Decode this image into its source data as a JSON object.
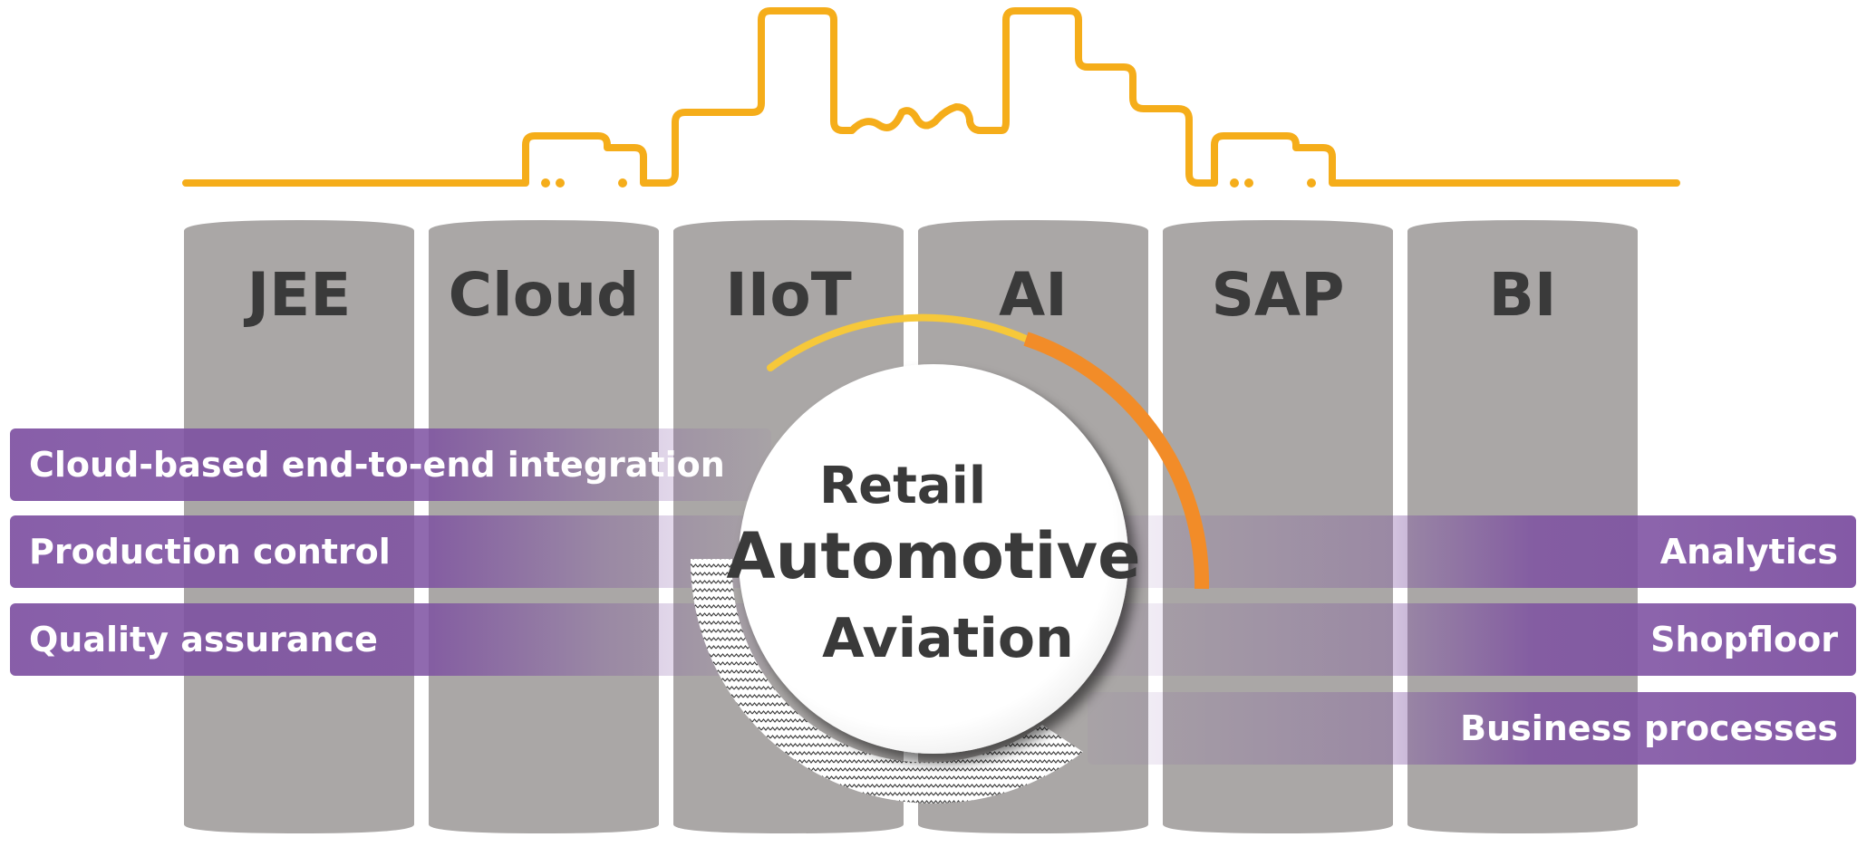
{
  "colors": {
    "pillar": "#aaa7a6",
    "pillar_top": "#b6b3b2",
    "pillar_text": "#3a3a3a",
    "skyline": "#f5ad1a",
    "band": "#7d50a1",
    "band_text": "#ffffff",
    "arc_yellow": "#f6c83a",
    "arc_orange": "#f28c28",
    "circle_text": "#3a3a3a"
  },
  "pillars": [
    "JEE",
    "Cloud",
    "IIoT",
    "AI",
    "SAP",
    "BI"
  ],
  "left_bands": [
    "Cloud-based end-to-end integration",
    "Production control",
    "Quality assurance"
  ],
  "right_bands": [
    "Analytics",
    "Shopfloor",
    "Business processes"
  ],
  "center": {
    "line1": "Retail",
    "line2": "Automotive",
    "line3": "Aviation"
  },
  "icons": {
    "skyline": "factory-skyline-icon"
  }
}
